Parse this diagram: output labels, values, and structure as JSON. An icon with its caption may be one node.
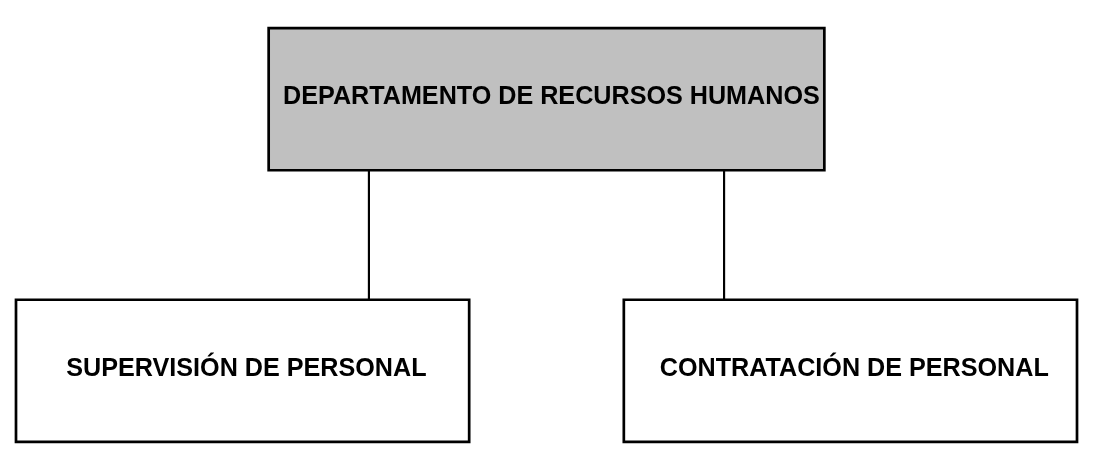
{
  "diagram": {
    "nodes": [
      {
        "text": [
          "DEPARTAMENTO DE RECURSOS HUMANOS"
        ]
      },
      {
        "text": [
          "SUPERVISIÓN DE PERSONAL"
        ]
      },
      {
        "text": [
          "CONTRATACIÓN DE PERSONAL"
        ]
      }
    ],
    "edges": [
      {
        "from": 0,
        "to": 1,
        "arrow": "none"
      },
      {
        "from": 0,
        "to": 2,
        "arrow": "none"
      }
    ]
  }
}
